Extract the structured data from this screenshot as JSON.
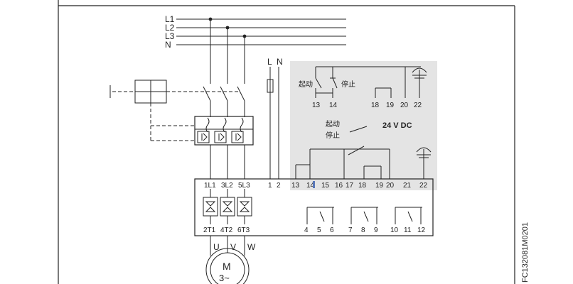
{
  "supply": {
    "phases": [
      "L1",
      "L2",
      "L3",
      "N"
    ],
    "control_supply": [
      "L",
      "N"
    ]
  },
  "starter": {
    "power_in": [
      "1L1",
      "3L2",
      "5L3"
    ],
    "power_out": [
      "2T1",
      "4T2",
      "6T3"
    ],
    "control_terms": [
      "1",
      "2"
    ],
    "io_terms": [
      "13",
      "14",
      "15",
      "16",
      "17",
      "18",
      "19",
      "20",
      "21",
      "22"
    ],
    "relay_terms": [
      "4",
      "5",
      "6",
      "7",
      "8",
      "9",
      "10",
      "11",
      "12"
    ]
  },
  "control_panel": {
    "start_label": "起动",
    "stop_label": "停止",
    "upper_terms": [
      "13",
      "14",
      "18",
      "19",
      "20",
      "22"
    ],
    "voltage_label": "24 V DC",
    "sw_start_label": "起动",
    "sw_stop_label": "停止"
  },
  "motor": {
    "phases": [
      "U",
      "V",
      "W"
    ],
    "label": "M",
    "type": "3~"
  },
  "drawing_id": "FC132081M0201",
  "colors": {
    "panel_bg": "#e4e4e4",
    "line": "#222222"
  }
}
